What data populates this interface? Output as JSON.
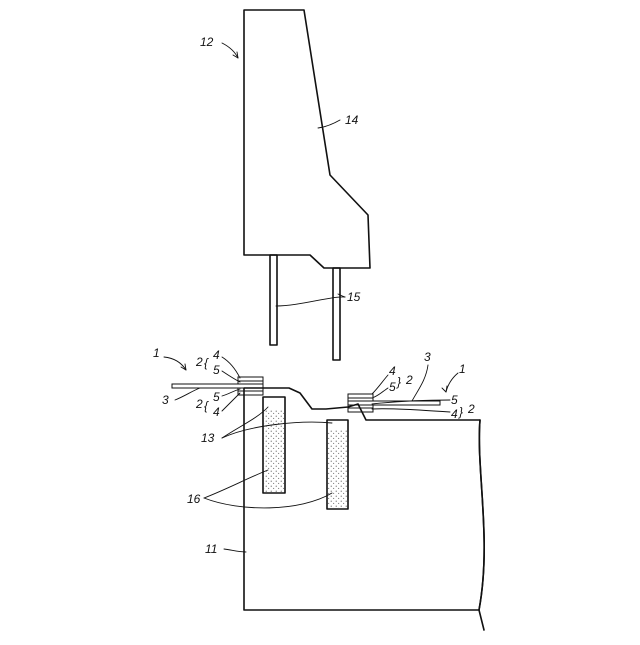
{
  "figure": {
    "labels": {
      "l12": "12",
      "l14": "14",
      "l15": "15",
      "l1_left": "1",
      "l2_left_top": "2",
      "l4_left_top": "4",
      "l5_left_top": "5",
      "l3_left": "3",
      "l2_left_bot": "2",
      "l5_left_bot": "5",
      "l4_left_bot": "4",
      "l13": "13",
      "l16": "16",
      "l11": "11",
      "l3_right": "3",
      "l1_right": "1",
      "l4_right_top": "4",
      "l5_right_top": "5",
      "l2_right_top": "2",
      "l5_right_bot": "5",
      "l4_right_bot": "4",
      "l2_right_bot": "2"
    },
    "colors": {
      "line": "#111111",
      "hatch": "#111111",
      "background": "#ffffff",
      "stipple": "#444444"
    }
  }
}
